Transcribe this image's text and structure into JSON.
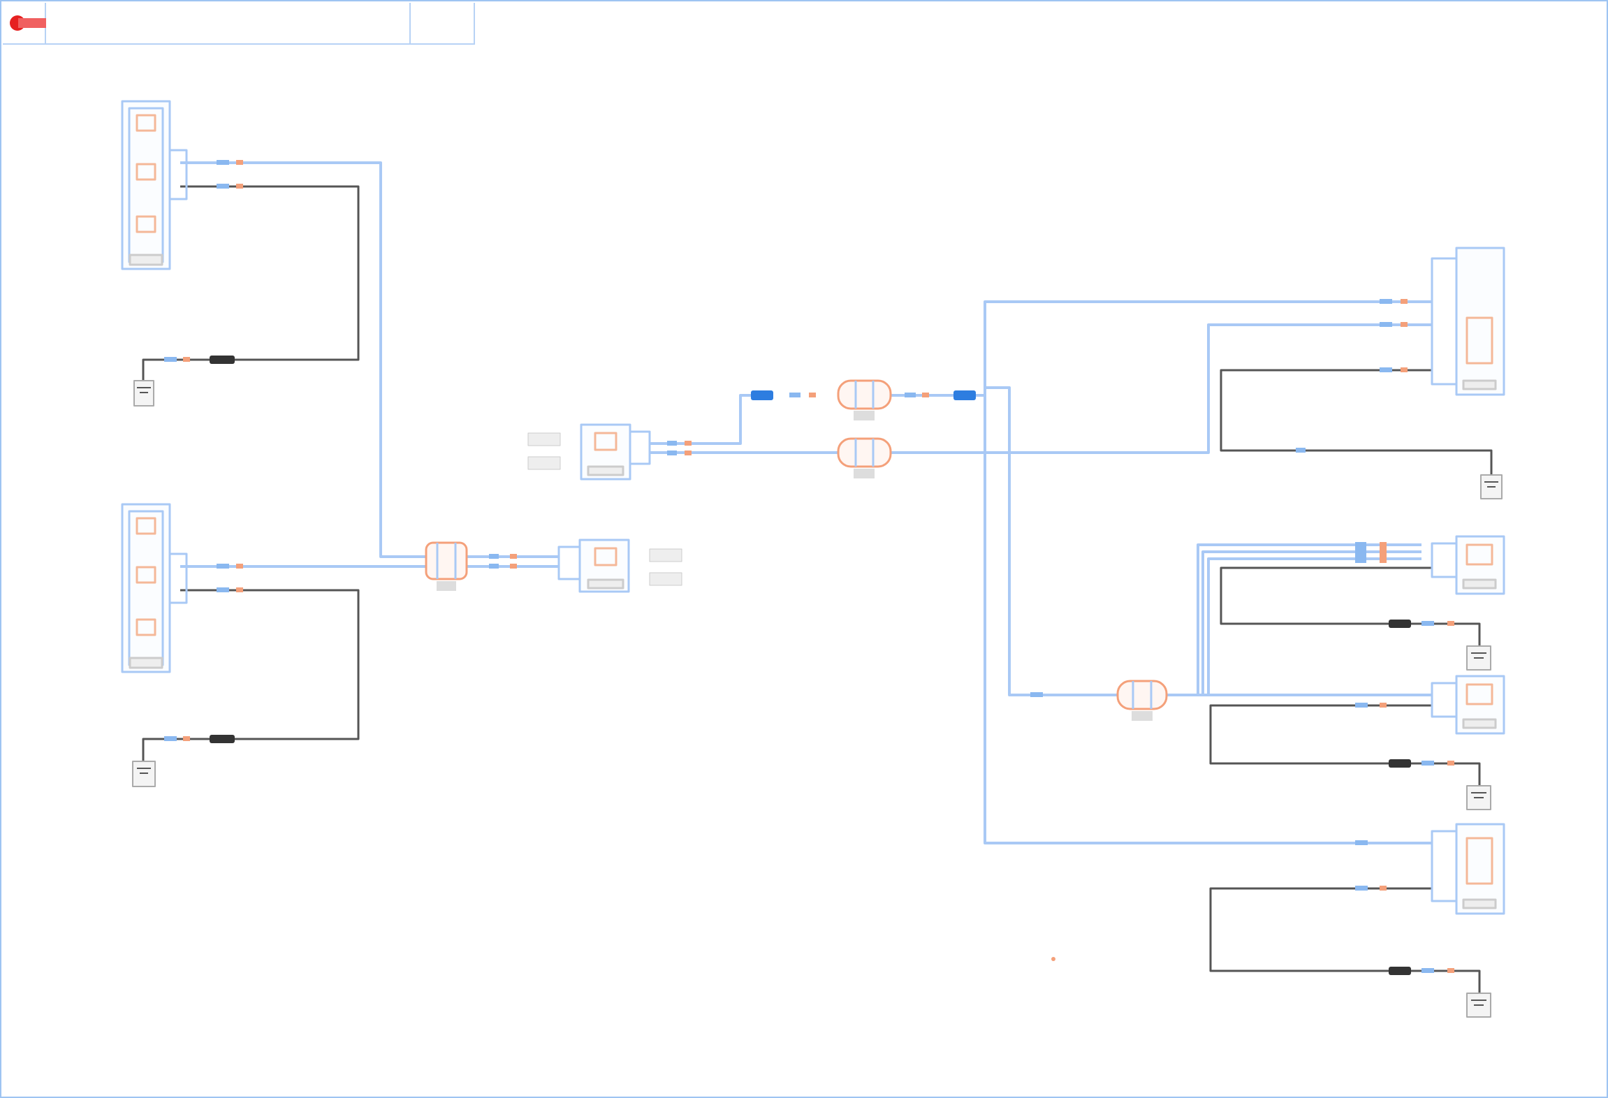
{
  "title_block": {
    "title": "",
    "code": "",
    "page": ""
  },
  "footer": {
    "ref": ""
  },
  "components": [
    {
      "id": "c1",
      "kind": "module-3",
      "label": ""
    },
    {
      "id": "c2",
      "kind": "module-3",
      "label": ""
    },
    {
      "id": "c3",
      "kind": "module-1",
      "label": ""
    },
    {
      "id": "c4",
      "kind": "module-1",
      "label": ""
    },
    {
      "id": "c5",
      "kind": "module-5",
      "label": ""
    },
    {
      "id": "c6",
      "kind": "module-1",
      "label": ""
    },
    {
      "id": "c7",
      "kind": "module-1",
      "label": ""
    },
    {
      "id": "c8",
      "kind": "module-5",
      "label": ""
    }
  ],
  "connectors": [
    {
      "id": "x1",
      "label": ""
    },
    {
      "id": "x2",
      "label": ""
    },
    {
      "id": "x3",
      "label": ""
    },
    {
      "id": "x4",
      "label": ""
    }
  ],
  "grounds": [
    {
      "id": "g1",
      "label": ""
    },
    {
      "id": "g2",
      "label": ""
    },
    {
      "id": "g3",
      "label": ""
    },
    {
      "id": "g4",
      "label": ""
    },
    {
      "id": "g5",
      "label": ""
    },
    {
      "id": "g6",
      "label": ""
    }
  ],
  "side_tags": [
    "",
    "",
    "",
    ""
  ],
  "colors": {
    "signal_wire": "#a9c9f5",
    "ground_wire": "#444444",
    "component_outline": "#a9c9f5",
    "pin_marker": "#f4a07a",
    "accent": "#e63232",
    "splice": "#2d7de0"
  }
}
